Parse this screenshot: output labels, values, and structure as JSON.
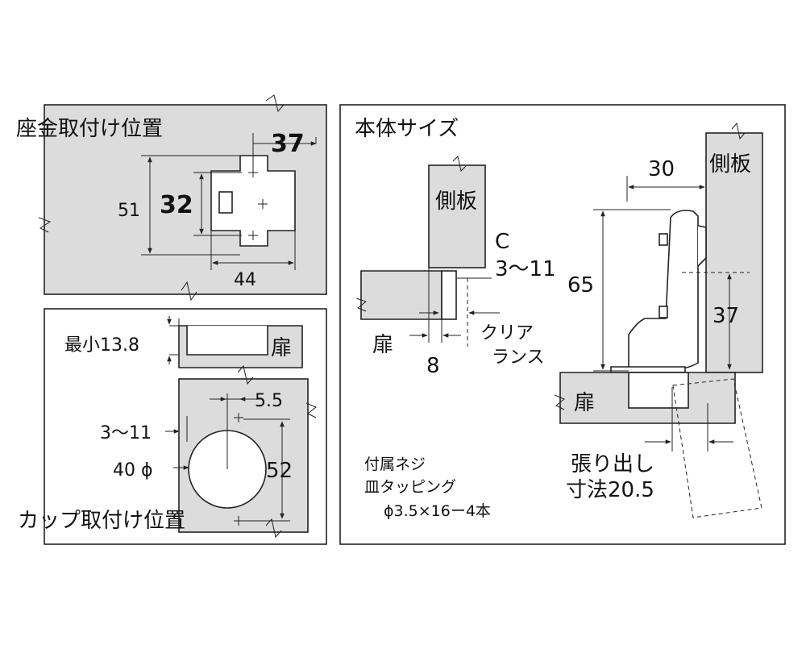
{
  "panels": {
    "plate": {
      "title": "座金取付け位置",
      "dim_37": "37",
      "dim_51": "51",
      "dim_32": "32",
      "dim_44": "44"
    },
    "cup": {
      "title": "カップ取付け位置",
      "min_label": "最小13.8",
      "door": "扉",
      "dim_5_5": "5.5",
      "dim_3_11": "3～11",
      "dim_40phi": "40 ϕ",
      "dim_52": "52"
    },
    "body": {
      "title": "本体サイズ",
      "side_board_1": "側板",
      "side_board_2": "側板",
      "c_label": "C",
      "c_range": "3～11",
      "door_1": "扉",
      "door_2": "扉",
      "dim_8": "8",
      "clearance_1": "クリア",
      "clearance_2": "ランス",
      "dim_30": "30",
      "dim_65": "65",
      "dim_37": "37",
      "overhang_1": "張り出し",
      "overhang_2": "寸法20.5",
      "screw_1": "付属ネジ",
      "screw_2": "皿タッピング",
      "screw_3": "ϕ3.5×16ー4本"
    }
  },
  "colors": {
    "panel_fill": "#dcdcdc",
    "line": "#222222"
  }
}
